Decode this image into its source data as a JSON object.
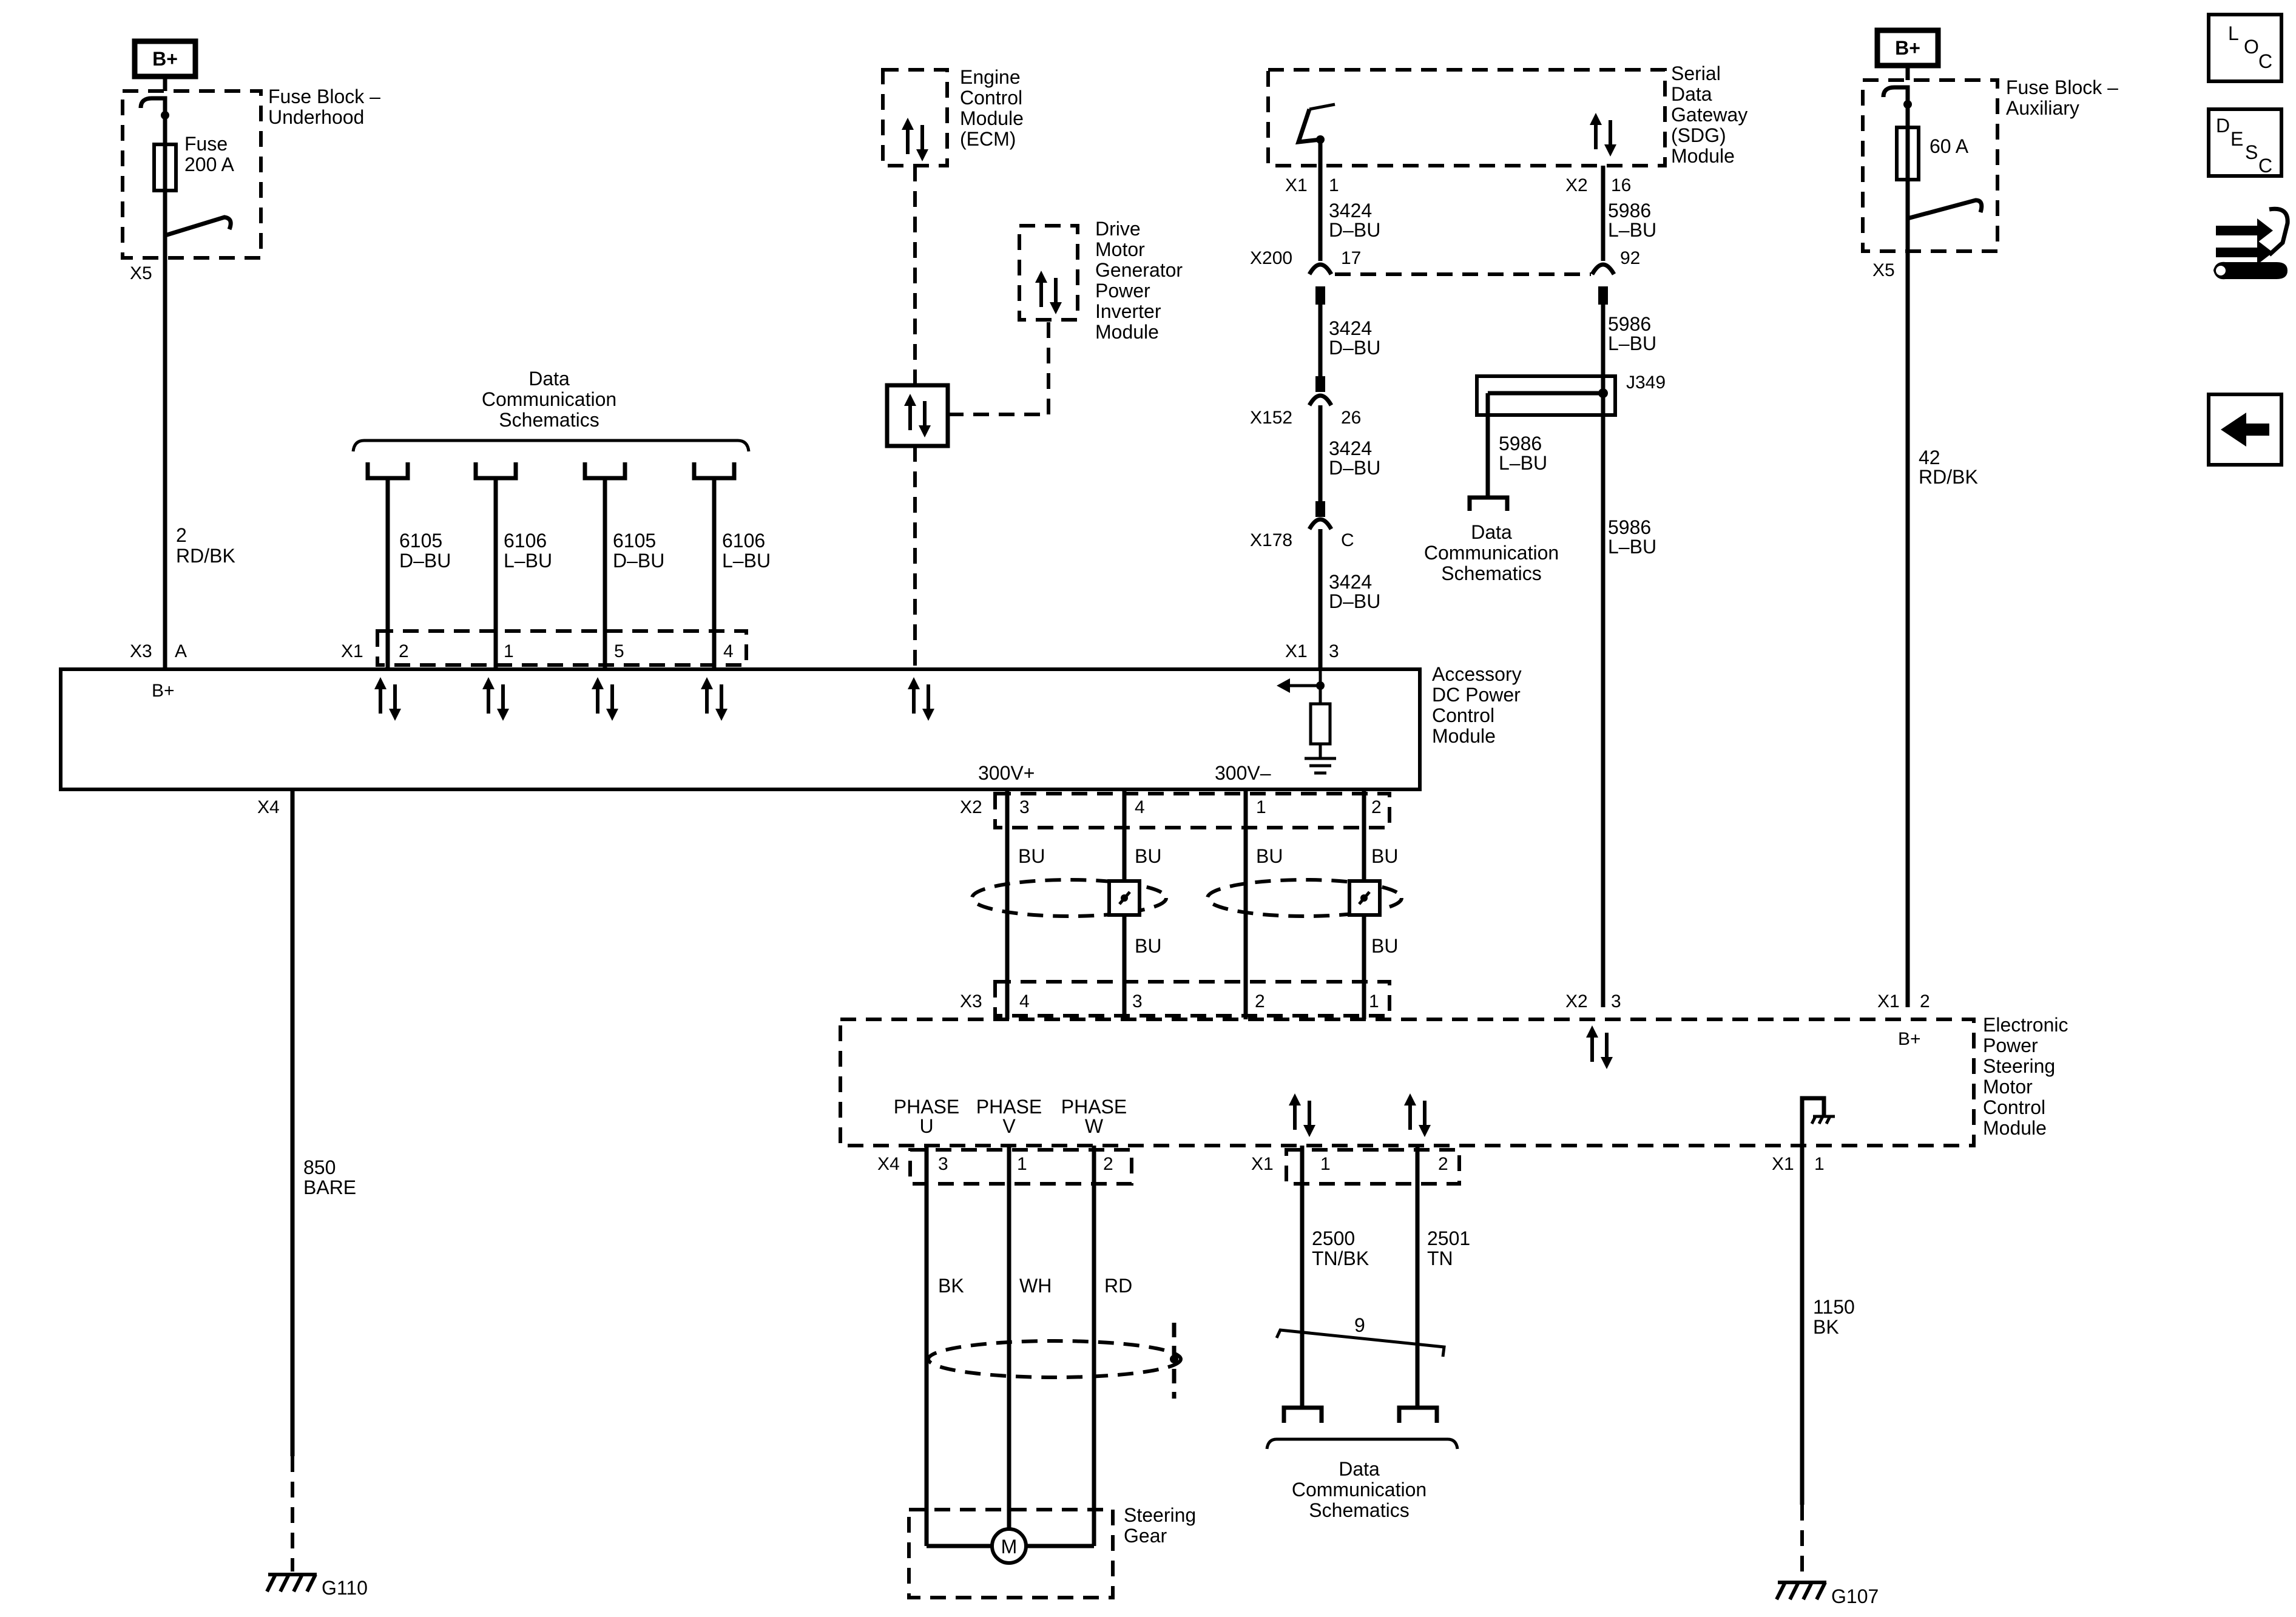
{
  "power": {
    "b_plus": "B+"
  },
  "components": {
    "fuse_block_underhood": {
      "name": "Fuse Block –\nUnderhood",
      "fuse_label": "Fuse\n200 A",
      "connector": "X5"
    },
    "fuse_block_auxiliary": {
      "name": "Fuse Block –\nAuxiliary",
      "fuse_label": "60 A",
      "connector": "X5"
    },
    "ecm": {
      "name": "Engine\nControl\nModule\n(ECM)"
    },
    "drive_motor_inverter": {
      "name": "Drive\nMotor\nGenerator\nPower\nInverter\nModule"
    },
    "sdg": {
      "name": "Serial\nData\nGateway\n(SDG)\nModule",
      "x1": "X1",
      "x1_pin": "1",
      "x2": "X2",
      "x2_pin": "16"
    },
    "accessory_dc_module": {
      "name": "Accessory\nDC Power\nControl\nModule",
      "b_plus": "B+",
      "v300_pos": "300V+",
      "v300_neg": "300V–"
    },
    "eps_module": {
      "name": "Electronic\nPower\nSteering\nMotor\nControl\nModule",
      "b_plus": "B+"
    },
    "steering_gear": {
      "name": "Steering\nGear",
      "motor": "M"
    },
    "data_comm_label": "Data\nCommunication\nSchematics"
  },
  "wires": {
    "w_2": {
      "circuit": "2",
      "color": "RD/BK"
    },
    "w_850": {
      "circuit": "850",
      "color": "BARE"
    },
    "w_6105a": {
      "circuit": "6105",
      "color": "D–BU"
    },
    "w_6106a": {
      "circuit": "6106",
      "color": "L–BU"
    },
    "w_6105b": {
      "circuit": "6105",
      "color": "D–BU"
    },
    "w_6106b": {
      "circuit": "6106",
      "color": "L–BU"
    },
    "w_3424_1": {
      "circuit": "3424",
      "color": "D–BU"
    },
    "w_3424_2": {
      "circuit": "3424",
      "color": "D–BU"
    },
    "w_3424_3": {
      "circuit": "3424",
      "color": "D–BU"
    },
    "w_3424_4": {
      "circuit": "3424",
      "color": "D–BU"
    },
    "w_5986_1": {
      "circuit": "5986",
      "color": "L–BU"
    },
    "w_5986_2": {
      "circuit": "5986",
      "color": "L–BU"
    },
    "w_5986_3": {
      "circuit": "5986",
      "color": "L–BU"
    },
    "w_5986_4": {
      "circuit": "5986",
      "color": "L–BU"
    },
    "w_42": {
      "circuit": "42",
      "color": "RD/BK"
    },
    "w_2500": {
      "circuit": "2500",
      "color": "TN/BK"
    },
    "w_2501": {
      "circuit": "2501",
      "color": "TN"
    },
    "w_1150": {
      "circuit": "1150",
      "color": "BK"
    },
    "hv_bu": "BU",
    "phase_bk": "BK",
    "phase_wh": "WH",
    "phase_rd": "RD",
    "twist_count": "9"
  },
  "connectors": {
    "x200": "X200",
    "x200_pin_a": "17",
    "x200_pin_b": "92",
    "x152": "X152",
    "x152_pin": "26",
    "x178": "X178",
    "x178_pin": "C",
    "splice": "J349",
    "adc_x3": "X3",
    "adc_x3_pin": "A",
    "adc_x1": "X1",
    "adc_x1_pins": [
      "2",
      "1",
      "5",
      "4"
    ],
    "adc_x1b": "X1",
    "adc_x1b_pin": "3",
    "adc_x4": "X4",
    "adc_x2": "X2",
    "adc_x2_pins": [
      "3",
      "4",
      "1",
      "2"
    ],
    "eps_x3": "X3",
    "eps_x3_pins": [
      "4",
      "3",
      "2",
      "1"
    ],
    "eps_x2": "X2",
    "eps_x2_pin": "3",
    "eps_x1_top": "X1",
    "eps_x1_top_pin": "2",
    "eps_x4": "X4",
    "eps_x4_pins": [
      "3",
      "1",
      "2"
    ],
    "eps_x1_bottom": "X1",
    "eps_x1_bottom_pins": [
      "1",
      "2"
    ],
    "eps_x1_ground": "X1",
    "eps_x1_ground_pin": "1",
    "phases": [
      "PHASE\nU",
      "PHASE\nV",
      "PHASE\nW"
    ]
  },
  "grounds": {
    "g110": "G110",
    "g107": "G107"
  },
  "nav": {
    "loc": [
      "L",
      "O",
      "C"
    ],
    "desc": [
      "D",
      "E",
      "S",
      "C"
    ]
  }
}
